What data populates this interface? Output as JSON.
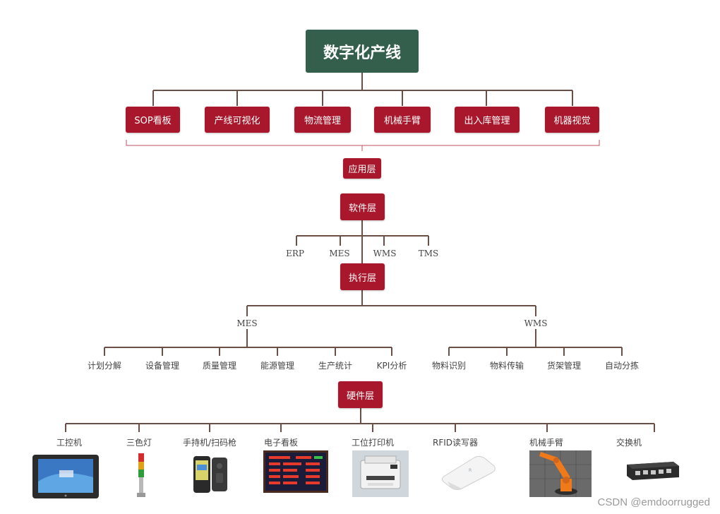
{
  "root": {
    "title": "数字化产线"
  },
  "apps": [
    "SOP看板",
    "产线可视化",
    "物流管理",
    "机械手臂",
    "出入库管理",
    "机器视觉"
  ],
  "layers": {
    "application": "应用层",
    "software": "软件层",
    "execution": "执行层",
    "hardware": "硬件层"
  },
  "software_items": [
    "ERP",
    "MES",
    "WMS",
    "TMS"
  ],
  "execution": {
    "mes": {
      "label": "MES",
      "items": [
        "计划分解",
        "设备管理",
        "质量管理",
        "能源管理",
        "生产统计",
        "KPI分析"
      ]
    },
    "wms": {
      "label": "WMS",
      "items": [
        "物料识别",
        "物料传输",
        "货架管理",
        "自动分拣"
      ]
    }
  },
  "hardware_items": [
    {
      "label": "工控机",
      "icon": "industrial-pc-icon"
    },
    {
      "label": "三色灯",
      "icon": "signal-tower-light-icon"
    },
    {
      "label": "手持机/扫码枪",
      "icon": "handheld-scanner-icon"
    },
    {
      "label": "电子看板",
      "icon": "electronic-board-icon"
    },
    {
      "label": "工位打印机",
      "icon": "printer-icon"
    },
    {
      "label": "RFID读写器",
      "icon": "rfid-reader-icon"
    },
    {
      "label": "机械手臂",
      "icon": "robot-arm-icon"
    },
    {
      "label": "交换机",
      "icon": "network-switch-icon"
    }
  ],
  "watermark": "CSDN @emdoorrugged",
  "colors": {
    "box": "#a8172b",
    "root": "#355f4d",
    "line": "#6b4f47"
  }
}
